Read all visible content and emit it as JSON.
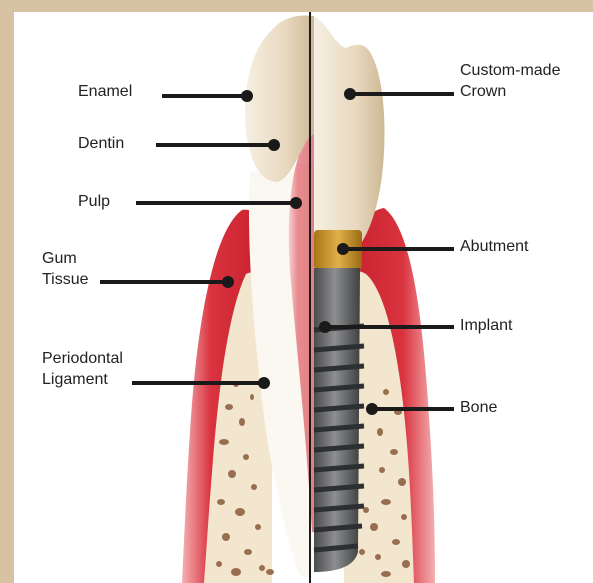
{
  "labels": {
    "enamel": "Enamel",
    "dentin": "Dentin",
    "pulp": "Pulp",
    "gum_tissue": "Gum\nTissue",
    "periodontal_ligament": "Periodontal\nLigament",
    "custom_crown": "Custom-made\nCrown",
    "abutment": "Abutment",
    "implant": "Implant",
    "bone": "Bone"
  },
  "colors": {
    "frame": "#d7c3a4",
    "gum": "#d9333f",
    "gum_light": "#f2a8aa",
    "bone": "#f3e6cf",
    "bone_pores": "#8a5a3a",
    "enamel": "#efe3cf",
    "crown": "#eadcc4",
    "pulp": "#f0b9b9",
    "abutment": "#c8952b",
    "implant": "#5f6062",
    "leader": "#1a1a1a"
  }
}
